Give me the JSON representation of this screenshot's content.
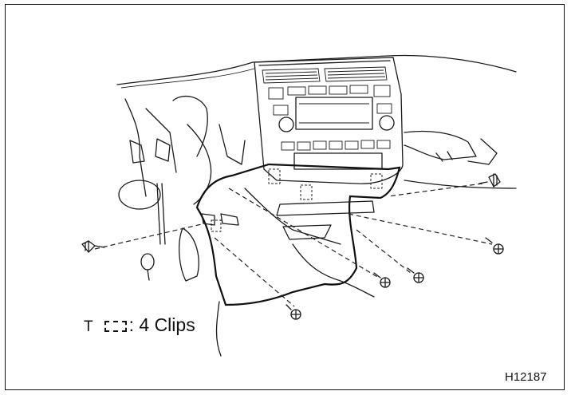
{
  "figure": {
    "legend_mark": "T",
    "legend_text": ": 4 Clips",
    "reference_code": "H12187"
  },
  "icons": {
    "legend_symbol": "dashed-rectangle-clip-icon",
    "fastener": "screw-icon",
    "clip": "push-clip-icon"
  }
}
